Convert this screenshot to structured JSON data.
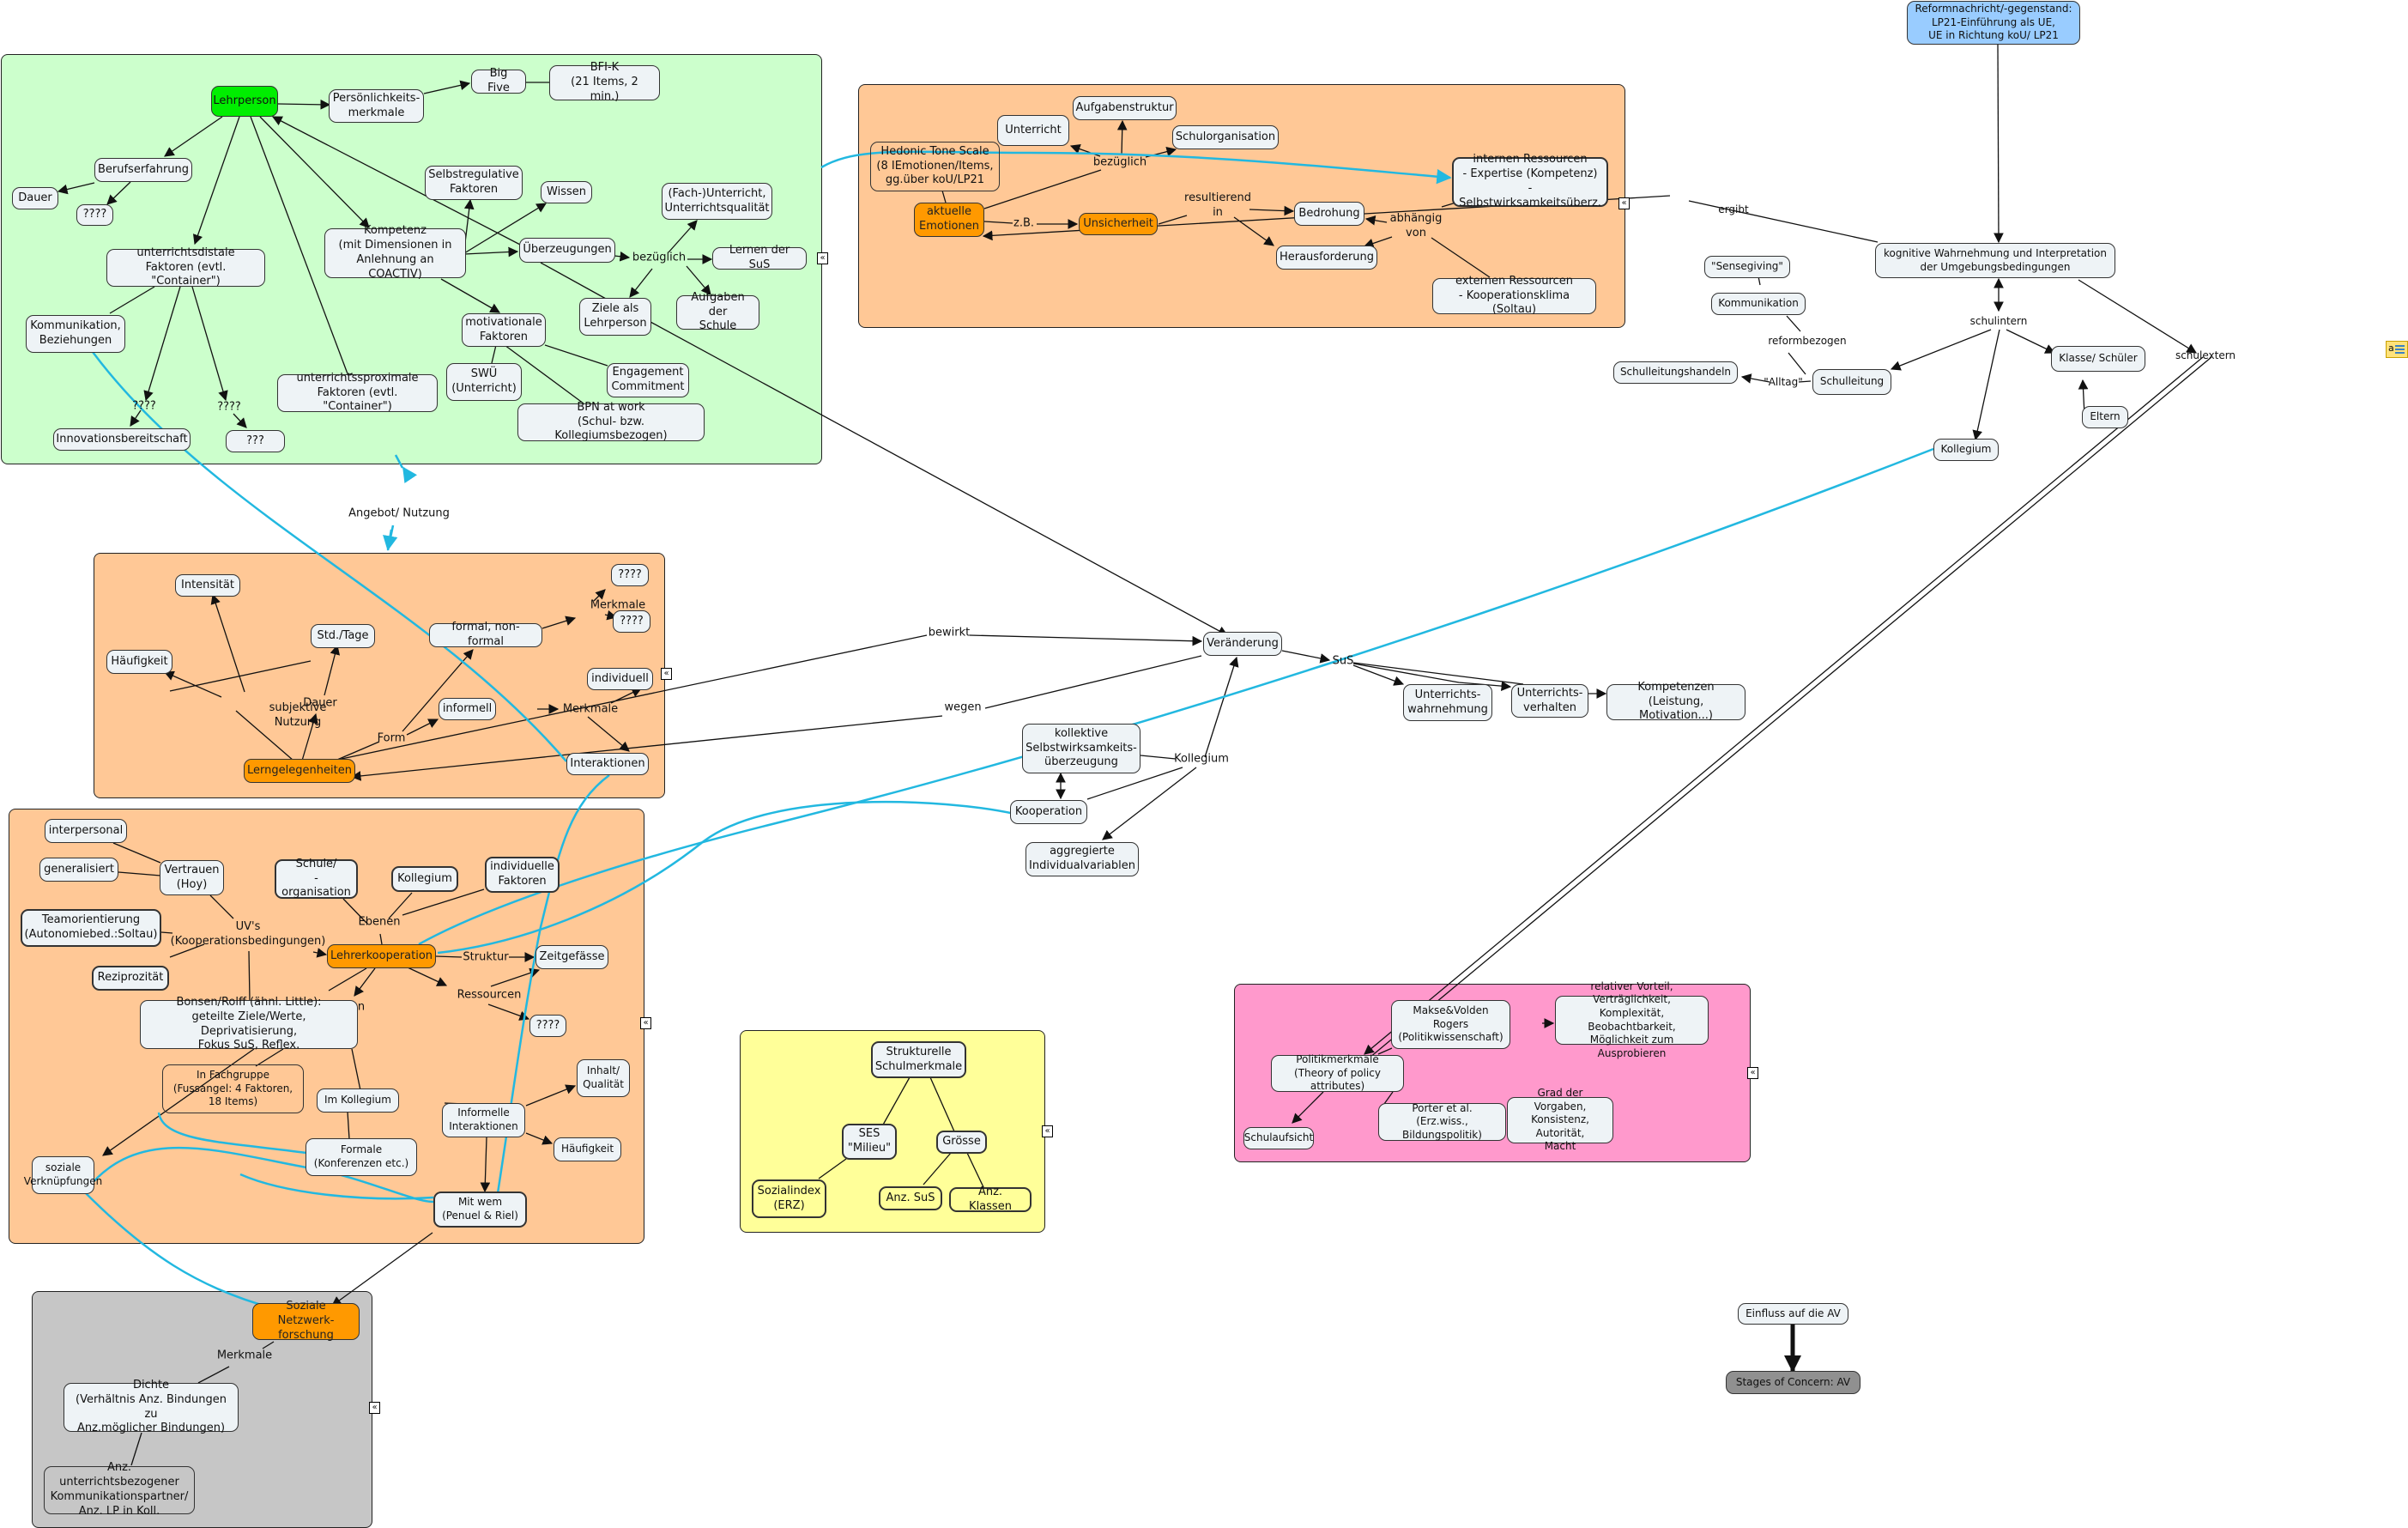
{
  "colors": {
    "edge": "#111111",
    "cross_link": "#22b8e0",
    "highlight_node": "#ff9900",
    "root_node": "#00ee00"
  },
  "groups": [
    {
      "id": "teacher",
      "style": "green",
      "collapse_icon": "«"
    },
    {
      "id": "emotions",
      "style": "orange",
      "collapse_icon": "«"
    },
    {
      "id": "learning",
      "style": "orange",
      "collapse_icon": "«"
    },
    {
      "id": "cooperation",
      "style": "orange",
      "collapse_icon": "«"
    },
    {
      "id": "network",
      "style": "grey",
      "collapse_icon": "«"
    },
    {
      "id": "structure",
      "style": "yellow",
      "collapse_icon": "«"
    },
    {
      "id": "policy",
      "style": "pink",
      "collapse_icon": "«"
    }
  ],
  "nodes": {
    "lehrperson": "Lehrperson",
    "persoenlichkeit": "Persönlichkeits-\nmerkmale",
    "bigfive": "Big Five",
    "bfik": "BFI-K\n(21 Items, 2 min.)",
    "berufserfahrung": "Berufserfahrung",
    "dauer1": "Dauer",
    "q1": "????",
    "distale": "unterrichtsdistale\nFaktoren (evtl. \"Container\")",
    "kommunikation1": "Kommunikation,\nBeziehungen",
    "innovation": "Innovationsbereitschaft",
    "q3": "???",
    "proximale": "unterrichtssproximale\nFaktoren (evtl. \"Container\")",
    "kompetenz": "Kompetenz\n(mit Dimensionen in\nAnlehnung an COACTIV)",
    "selbstreg": "Selbstregulative\nFaktoren",
    "wissen": "Wissen",
    "ueberzeugungen": "Überzeugungen",
    "fachunterricht": "(Fach-)Unterricht,\nUnterrichtsqualität",
    "lernen_sus": "Lernen der SuS",
    "ziele": "Ziele als\nLehrperson",
    "aufgaben": "Aufgaben der\nSchule",
    "motivationale": "motivationale\nFaktoren",
    "swue": "SWÜ\n(Unterricht)",
    "engagement": "Engagement\nCommitment",
    "bpn": "BPN at work\n(Schul- bzw. Kollegiumsbezogen)",
    "hedonic": "Hedonic Tone Scale\n(8 IEmotionen/Items,\ngg.über koU/LP21",
    "unterricht": "Unterricht",
    "aufgabenstruktur": "Aufgabenstruktur",
    "schulorganisation": "Schulorganisation",
    "emotionen": "aktuelle\nEmotionen",
    "unsicherheit": "Unsicherheit",
    "bedrohung": "Bedrohung",
    "herausforderung": "Herausforderung",
    "interne": "internen Ressourcen\n- Expertise (Kompetenz)\n- Selbstwirksamkeitsüberz.",
    "externe": "externen Ressourcen\n- Kooperationsklima (Soltau)",
    "reform": "Reformnachricht/-gegenstand:\nLP21-Einführung als UE,\nUE in Richtung koU/ LP21",
    "kognitive": "kognitive Wahrnehmung und Interpretation\nder Umgebungsbedingungen",
    "sensegiving": "\"Sensegiving\"",
    "kommunikation2": "Kommunikation",
    "schulleitungshandeln": "Schulleitungshandeln",
    "schulleitung": "Schulleitung",
    "klasse": "Klasse/ Schüler",
    "eltern": "Eltern",
    "kollegium_r": "Kollegium",
    "intensitaet": "Intensität",
    "stdtage": "Std./Tage",
    "haeufigkeit1": "Häufigkeit",
    "formal": "formal, non-formal",
    "q4": "????",
    "q5": "????",
    "individuell": "individuell",
    "informell": "informell",
    "interaktionen": "Interaktionen",
    "lerngelegenheiten": "Lerngelegenheiten",
    "veraenderung": "Veränderung",
    "uwahr": "Unterrichts-\nwahrnehmung",
    "uverhalten": "Unterrichts-\nverhalten",
    "kompetenzen": "Kompetenzen\n(Leistung, Motivation...)",
    "kollektive": "kollektive\nSelbstwirksamkeits-\nüberzeugung",
    "kooperation": "Kooperation",
    "aggregierte": "aggregierte\nIndividualvariablen",
    "interpersonal": "interpersonal",
    "generalisiert": "generalisiert",
    "vertrauen": "Vertrauen\n(Hoy)",
    "teamorientierung": "Teamorientierung\n(Autonomiebed.:Soltau)",
    "reziprozitaet": "Reziprozität",
    "schule_org": "Schule/\n-organisation",
    "kollegium_c": "Kollegium",
    "indiv_faktoren": "individuelle\nFaktoren",
    "lehrerkooperation": "Lehrerkooperation",
    "zeitgefaesse": "Zeitgefässe",
    "q6": "????",
    "bonsen": "Bonsen/Rolff (ähnl. Little):\ngeteilte Ziele/Werte, Deprivatisierung,\nFokus SuS, Reflex.",
    "fachgruppe": "In Fachgruppe\n(Fussangel: 4 Faktoren,\n18 Items)",
    "imkollegium": "Im Kollegium",
    "informelle": "Informelle\nInteraktionen",
    "inhalt": "Inhalt/\nQualität",
    "haeufigkeit2": "Häufigkeit",
    "formale": "Formale\n(Konferenzen etc.)",
    "soziale": "soziale\nVerknüpfungen",
    "mitwem": "Mit wem\n(Penuel & Riel)",
    "netzwerk": "Soziale Netzwerk-\nforschung",
    "dichte": "Dichte\n(Verhältnis Anz. Bindungen zu\nAnz.möglicher Bindungen)",
    "anz_partner": "Anz. unterrichtsbezogener\nKommunikationspartner/\nAnz. LP in Koll.",
    "strukturelle": "Strukturelle\nSchulmerkmale",
    "ses": "SES\n\"Milieu\"",
    "groesse": "Grösse",
    "sozialindex": "Sozialindex\n(ERZ)",
    "anz_sus": "Anz. SuS",
    "anz_klassen": "Anz. Klassen",
    "makse": "Makse&Volden\nRogers\n(Politikwissenschaft)",
    "relativer": "relativer Vorteil, Verträglichkeit,\nKomplexität, Beobachtbarkeit,\nMöglichkeit zum Ausprobieren",
    "politikmerkmale": "Politikmerkmale\n(Theory of policy attributes)",
    "porter": "Porter et al.\n(Erz.wiss., Bildungspolitik)",
    "grad": "Grad der Vorgaben,\nKonsistenz, Autorität,\nMacht",
    "schulaufsicht": "Schulaufsicht",
    "einfluss": "Einfluss auf die AV",
    "stages": "Stages of  Concern: AV"
  },
  "link_labels": {
    "q2a": "????",
    "q2b": "????",
    "bezueglich1": "bezüglich",
    "bezueglich2": "bezüglich",
    "zb": "z.B.",
    "resultierend": "resultierend\nin",
    "abhaengig": "abhängig\nvon",
    "ergibt": "ergibt",
    "schulintern": "schulintern",
    "schulextern": "schulextern",
    "reformbezogen": "reformbezogen",
    "alltag": "\"Alltag\"",
    "angebot": "Angebot/ Nutzung",
    "merkmale1": "Merkmale",
    "merkmale2": "Merkmale",
    "subjektive": "subjektive\nNutzung",
    "dauer2": "Dauer",
    "form": "Form",
    "bewirkt": "bewirkt",
    "wegen": "wegen",
    "sus": "SuS",
    "kollegium_link": "Kollegium",
    "uvs": "UV's\n(Kooperationsbedingungen)",
    "ebenen": "Ebenen",
    "struktur": "Struktur",
    "ressourcen": "Ressourcen",
    "n_frag": "n",
    "merkmale3": "Merkmale"
  },
  "note_icon": {
    "label": "a",
    "name": "annotation-note"
  }
}
